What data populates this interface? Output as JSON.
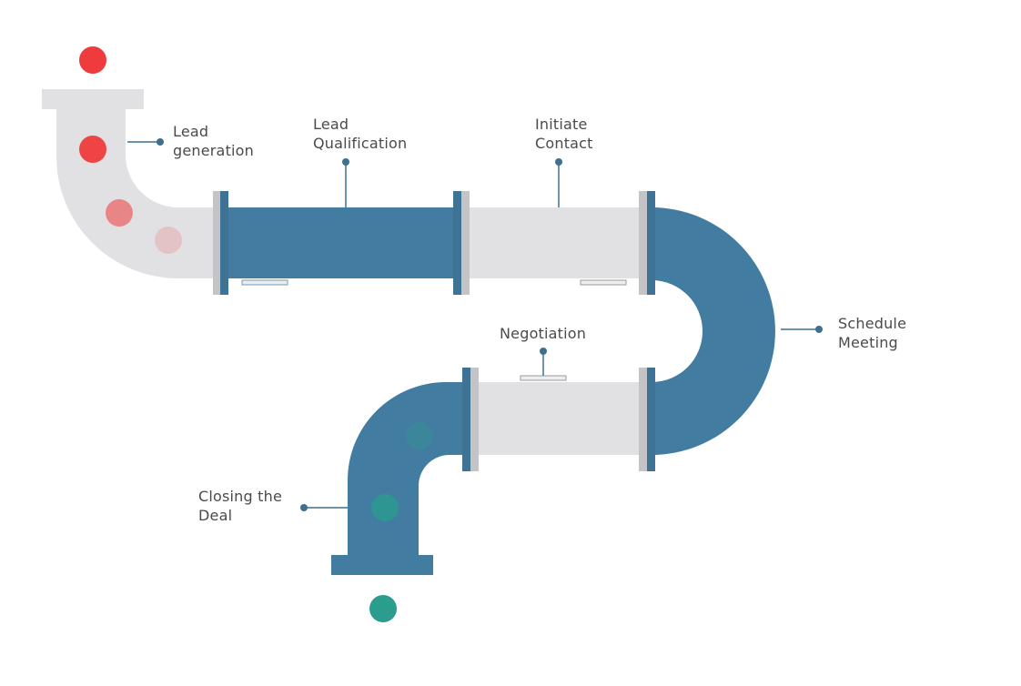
{
  "palette": {
    "grey_pipe": "#e1e1e3",
    "blue_pipe": "#427da1",
    "flange_light": "#c4c4c6",
    "flange_blue": "#3f7396",
    "connector": "#3f6f8f",
    "lead_dot": "#ef3b3b",
    "deal_dot": "#2a9d8f",
    "text": "#4a4a4a"
  },
  "stages": [
    {
      "id": "lead-generation",
      "lines": [
        "Lead",
        "generation"
      ]
    },
    {
      "id": "lead-qualification",
      "lines": [
        "Lead",
        "Qualification"
      ]
    },
    {
      "id": "initiate-contact",
      "lines": [
        "Initiate",
        "Contact"
      ]
    },
    {
      "id": "schedule-meeting",
      "lines": [
        "Schedule",
        "Meeting"
      ]
    },
    {
      "id": "negotiation",
      "lines": [
        "Negotiation"
      ]
    },
    {
      "id": "closing-the-deal",
      "lines": [
        "Closing the",
        "Deal"
      ]
    }
  ]
}
